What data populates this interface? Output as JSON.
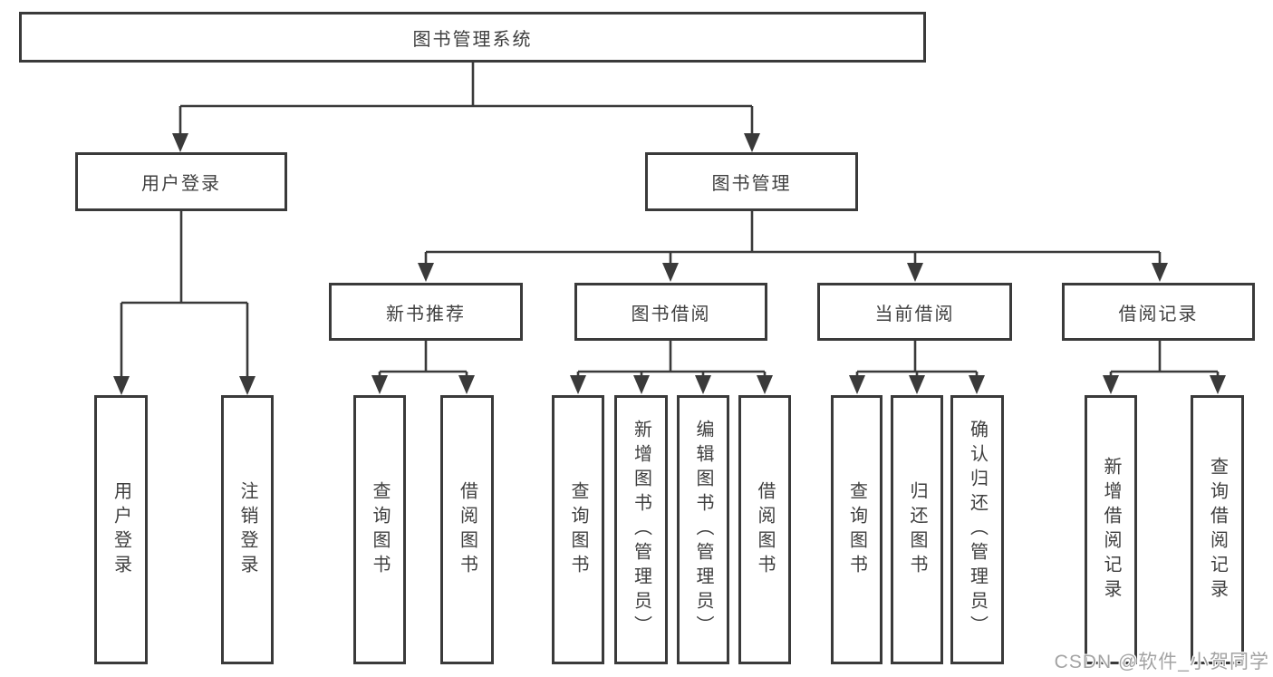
{
  "diagram": {
    "root": {
      "label": "图书管理系统"
    },
    "branches": [
      {
        "label": "用户登录",
        "children": [
          {
            "label": "用户登录"
          },
          {
            "label": "注销登录"
          }
        ]
      },
      {
        "label": "图书管理",
        "children": [
          {
            "label": "新书推荐",
            "children": [
              {
                "label": "查询图书"
              },
              {
                "label": "借阅图书"
              }
            ]
          },
          {
            "label": "图书借阅",
            "children": [
              {
                "label": "查询图书"
              },
              {
                "label": "新增图书（管理员）"
              },
              {
                "label": "编辑图书（管理员）"
              },
              {
                "label": "借阅图书"
              }
            ]
          },
          {
            "label": "当前借阅",
            "children": [
              {
                "label": "查询图书"
              },
              {
                "label": "归还图书"
              },
              {
                "label": "确认归还（管理员）"
              }
            ]
          },
          {
            "label": "借阅记录",
            "children": [
              {
                "label": "新增借阅记录"
              },
              {
                "label": "查询借阅记录"
              }
            ]
          }
        ]
      }
    ]
  },
  "watermark": {
    "text": "CSDN @软件_小贺同学"
  },
  "colors": {
    "line": "#3a3a3a",
    "box_border": "#3a3a3a",
    "box_fill": "#ffffff",
    "text": "#3f3f3f",
    "watermark": "#a3a3a3",
    "background": "#ffffff"
  }
}
